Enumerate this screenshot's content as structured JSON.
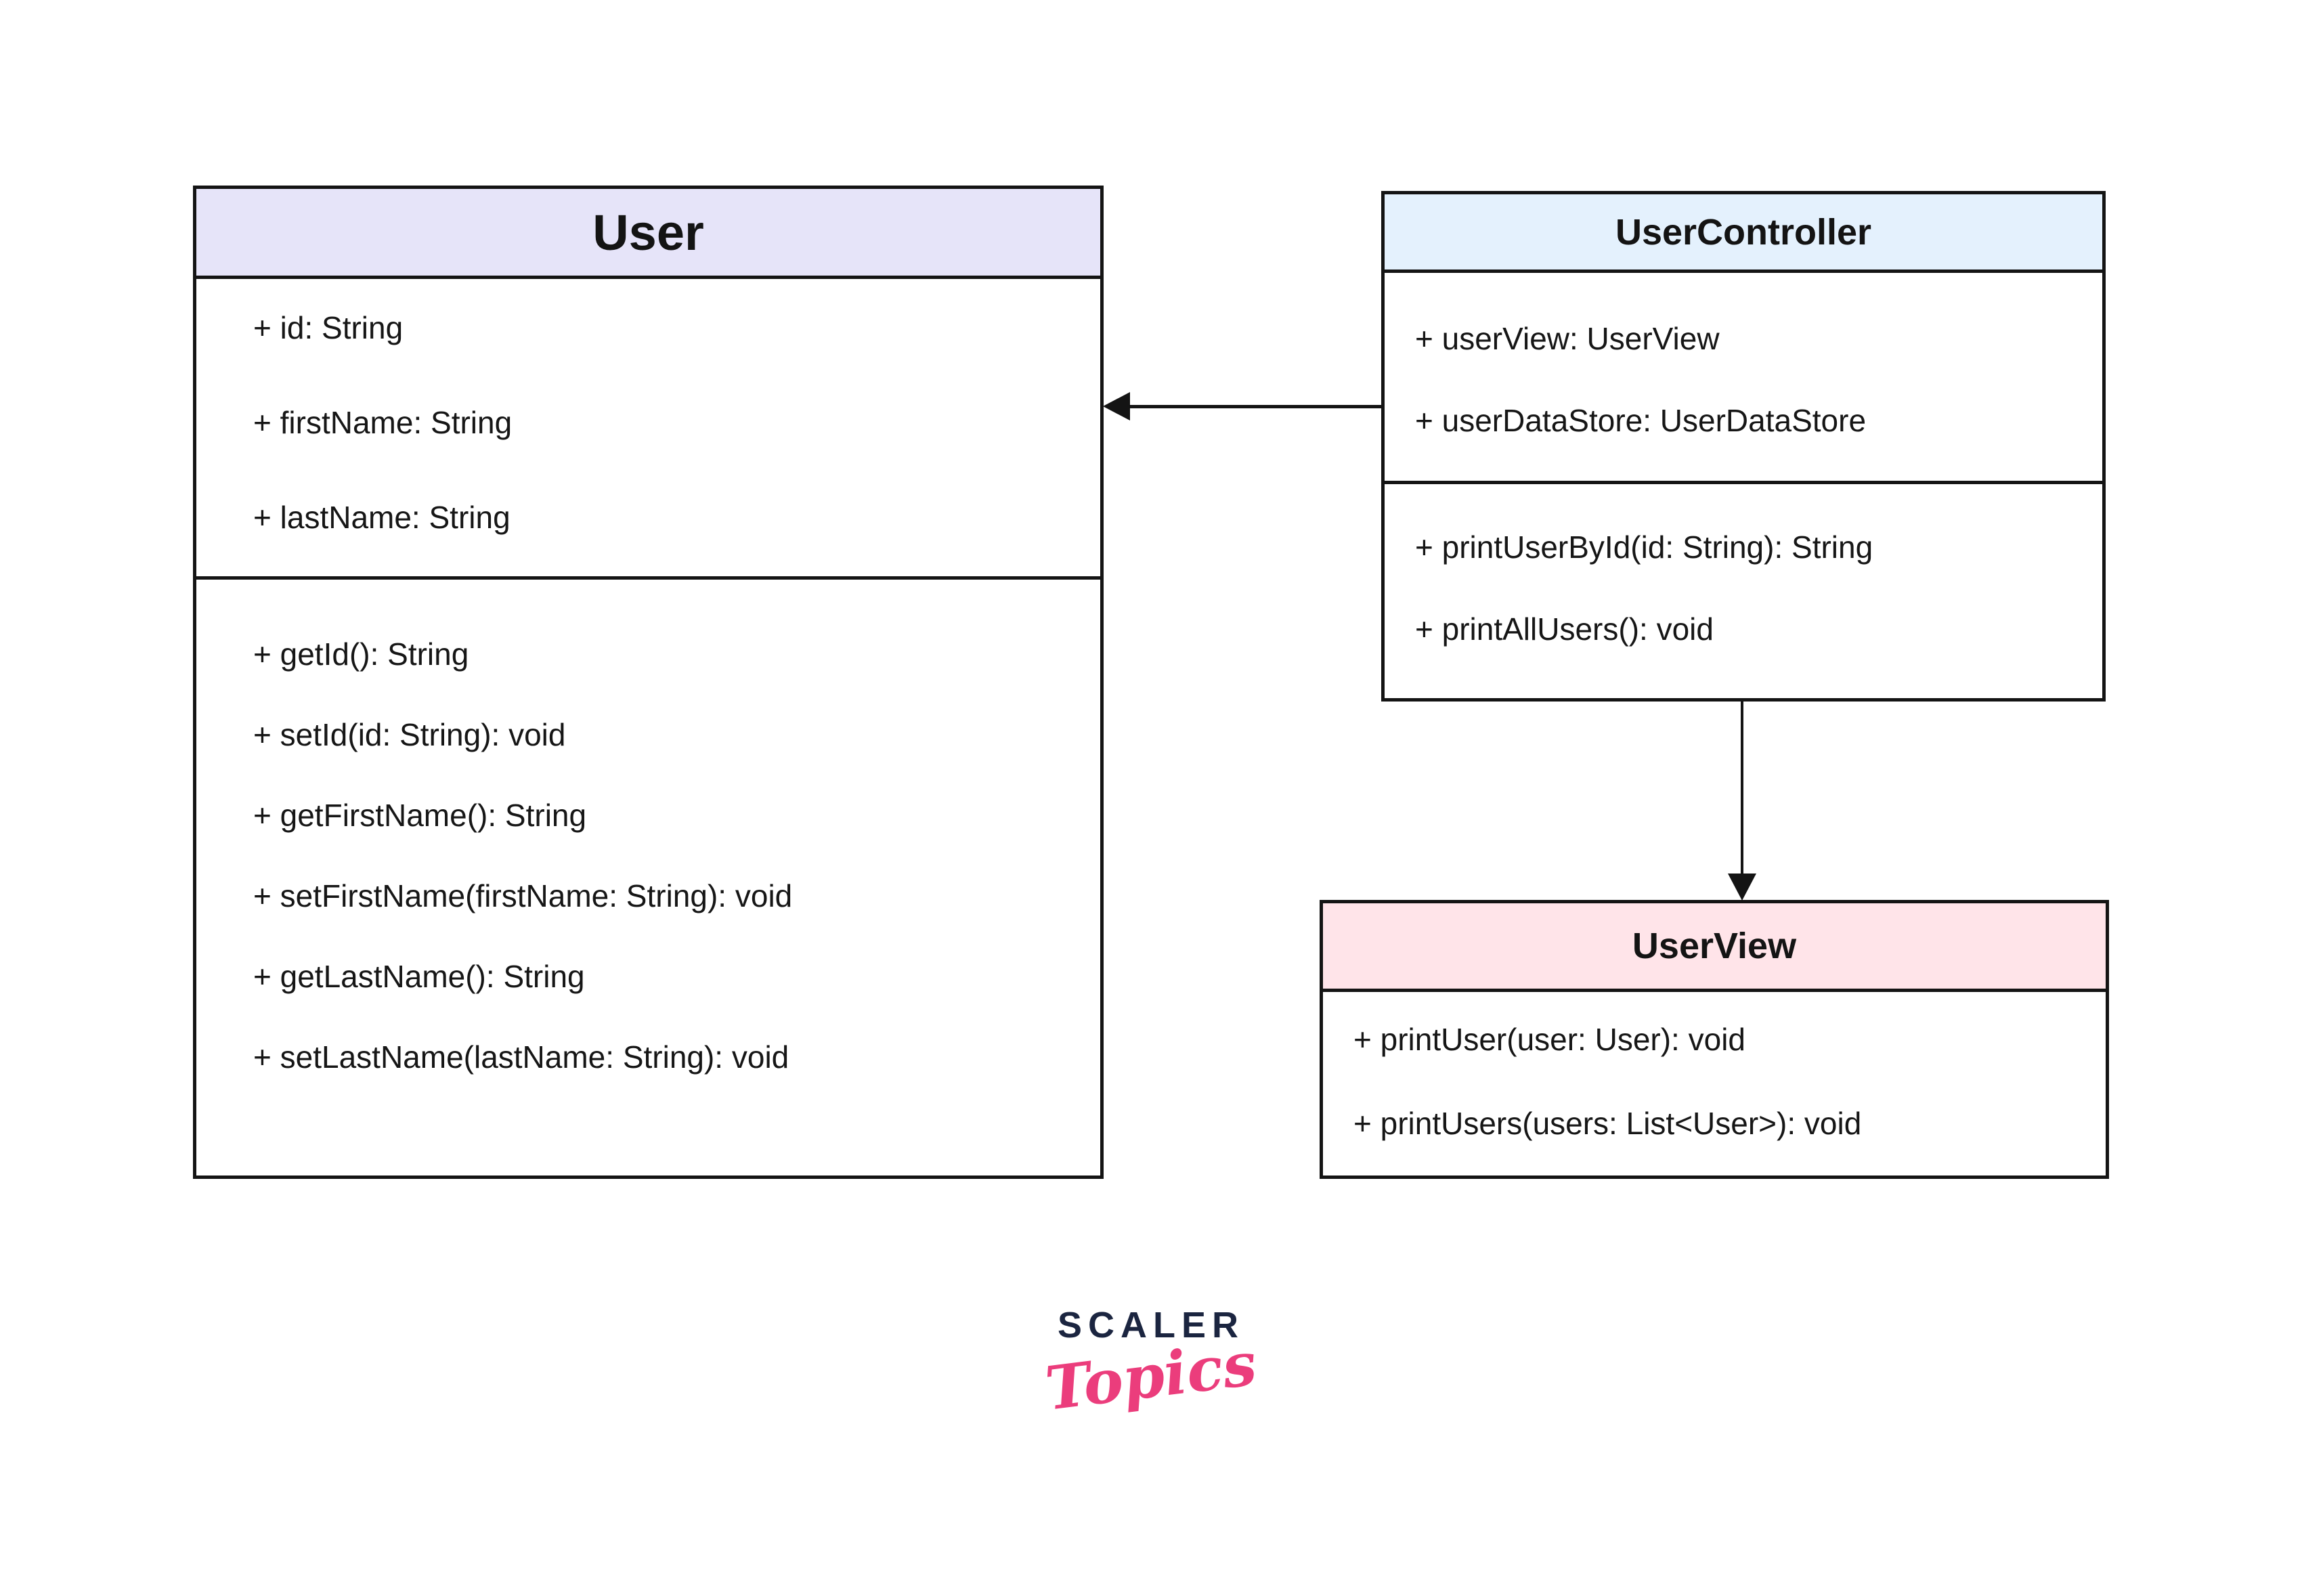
{
  "diagram": {
    "classes": [
      {
        "name": "User",
        "header_color": "#e6e4f9",
        "attributes": [
          "+ id: String",
          "+ firstName: String",
          "+ lastName: String"
        ],
        "methods": [
          "+ getId(): String",
          "+ setId(id: String): void",
          "+ getFirstName(): String",
          "+ setFirstName(firstName: String): void",
          "+ getLastName(): String",
          "+ setLastName(lastName: String): void"
        ]
      },
      {
        "name": "UserController",
        "header_color": "#e4f1fd",
        "attributes": [
          "+ userView: UserView",
          "+ userDataStore: UserDataStore"
        ],
        "methods": [
          "+ printUserById(id: String): String",
          "+ printAllUsers(): void"
        ]
      },
      {
        "name": "UserView",
        "header_color": "#ffe4e9",
        "attributes": [],
        "methods": [
          "+ printUser(user: User): void",
          "+ printUsers(users: List<User>): void"
        ]
      }
    ],
    "relations": [
      {
        "from": "UserController",
        "to": "User",
        "style": "solid-line-filled-arrow",
        "direction": "left"
      },
      {
        "from": "UserController",
        "to": "UserView",
        "style": "solid-line-filled-arrow",
        "direction": "down"
      }
    ],
    "logo": {
      "brand": "SCALER",
      "sub": "Topics",
      "brand_color": "#1b2540",
      "sub_color": "#eb3d7c"
    }
  }
}
